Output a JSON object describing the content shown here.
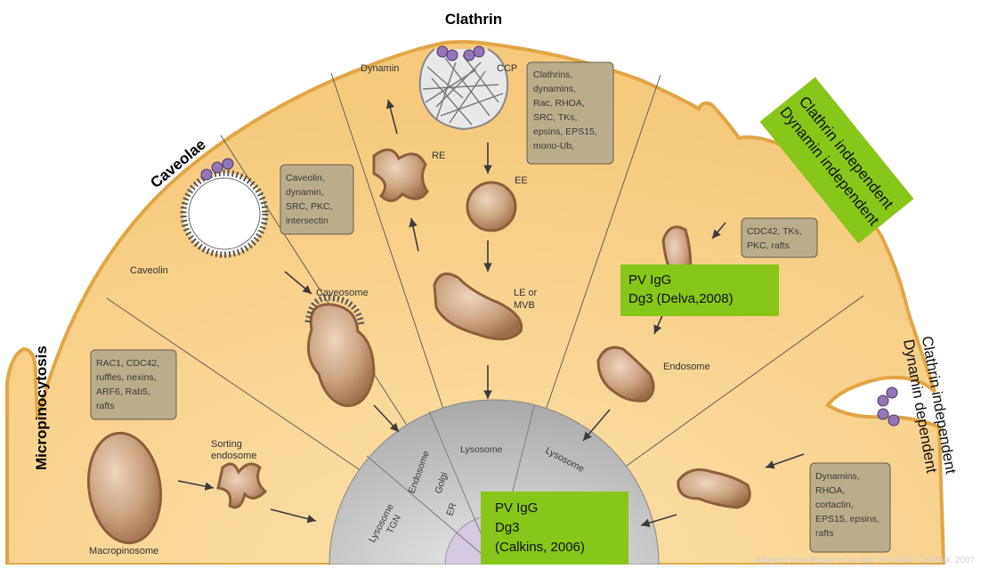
{
  "pathways": {
    "clathrin": "Clathrin",
    "caveolae": "Caveolae",
    "macropinocytosis": "Micropinocytosis",
    "clathrin_indep_dynamin_indep": [
      "Clathrin independent",
      "Dynamin independent"
    ],
    "clathrin_indep_dynamin_dep": [
      "Clathrin independent",
      "Dynamin dependent"
    ]
  },
  "labels": {
    "dynamin": "Dynamin",
    "ccp": "CCP",
    "re": "RE",
    "ee": "EE",
    "le_mvb": [
      "LE or",
      "MVB"
    ],
    "caveolin": "Caveolin",
    "caveosome": "Caveosome",
    "sorting_endosome": [
      "Sorting",
      "endosome"
    ],
    "macropinosome": "Macropinosome",
    "endosome": "Endosome"
  },
  "protein_boxes": {
    "clathrin": [
      "Clathrins,",
      "dynamins,",
      "Rac, RHOA,",
      "SRC, TKs,",
      "epsins, EPS15,",
      "mono-Ub,"
    ],
    "caveolae": [
      "Caveolin,",
      "dynamin,",
      "SRC, PKC,",
      "intersectin"
    ],
    "macropinocytosis": [
      "RAC1, CDC42,",
      "ruffles, nexins,",
      "ARF6, Rab5,",
      "rafts"
    ],
    "clic": [
      "CDC42, TKs,",
      "PKC, rafts"
    ],
    "dynamin_dep": [
      "Dynamins,",
      "RHOA,",
      "cortactin,",
      "EPS15, epsins,",
      "rafts"
    ]
  },
  "center_labels": {
    "lysosome_tgn": [
      "Lysosome",
      "TGN"
    ],
    "endosome_golgi_er": [
      "Endosome",
      "Golgi",
      "ER"
    ],
    "lysosome": "Lysosome",
    "lysosome_right": "Lysosome"
  },
  "highlight_notes": {
    "delva": [
      "PV IgG",
      "Dg3 (Delva,2008)"
    ],
    "calkins": [
      "PV IgG",
      "Dg3",
      "(Calkins, 2006)"
    ]
  },
  "footer": "Adapted from Mayor et al. Nat. Rev. Mol. Cell Biol. 2007",
  "colors": {
    "cytoplasm": "#f8cf86",
    "membrane": "#e7a63c",
    "vesicle_fill": "#caa27e",
    "vesicle_edge": "#a4693f",
    "protein_box": "#b9ad8c",
    "highlight": "#88c61a",
    "coat": "#8a7aa8",
    "nucleus": "#b8b8b8"
  }
}
